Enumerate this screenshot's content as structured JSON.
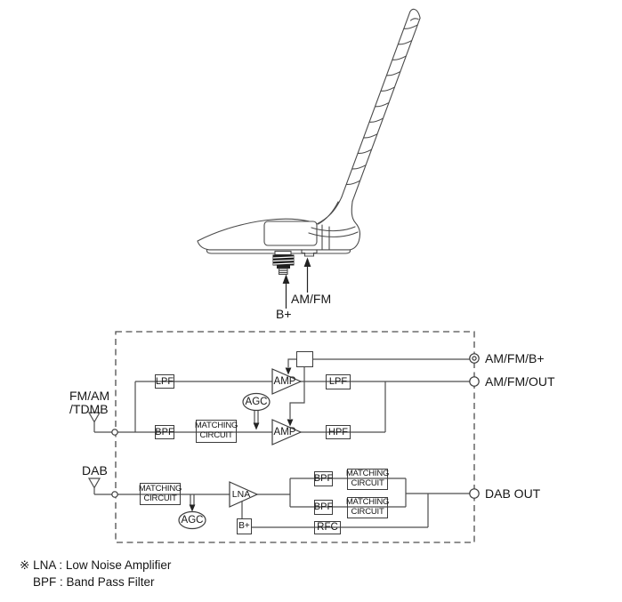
{
  "antenna_unit": {
    "b_plus_label": "B+",
    "am_fm_label": "AM/FM"
  },
  "block_diagram": {
    "inputs": {
      "fm_am_line1": "FM/AM",
      "fm_am_line2": "/TDMB",
      "dab": "DAB"
    },
    "outputs": {
      "am_fm_b_plus": "AM/FM/B+",
      "am_fm_out": "AM/FM/OUT",
      "dab_out": "DAB OUT"
    },
    "am_fm_path": {
      "lpf_in": "LPF",
      "bpf_in": "BPF",
      "matching_circuit": "MATCHING CIRCUIT",
      "agc": "AGC",
      "amp_top": "AMP",
      "amp_bottom": "AMP",
      "lpf_out": "LPF",
      "hpf_out": "HPF"
    },
    "dab_path": {
      "matching_circuit_in": "MATCHING CIRCUIT",
      "agc": "AGC",
      "lna": "LNA",
      "bpf_top": "BPF",
      "matching_circuit_top": "MATCHING CIRCUIT",
      "bpf_bottom": "BPF",
      "matching_circuit_bottom": "MATCHING CIRCUIT",
      "b_plus": "B+",
      "rfc": "RFC"
    }
  },
  "footnote": {
    "marker": "※",
    "line1": "LNA : Low Noise Amplifier",
    "line2": "BPF : Band Pass Filter"
  }
}
